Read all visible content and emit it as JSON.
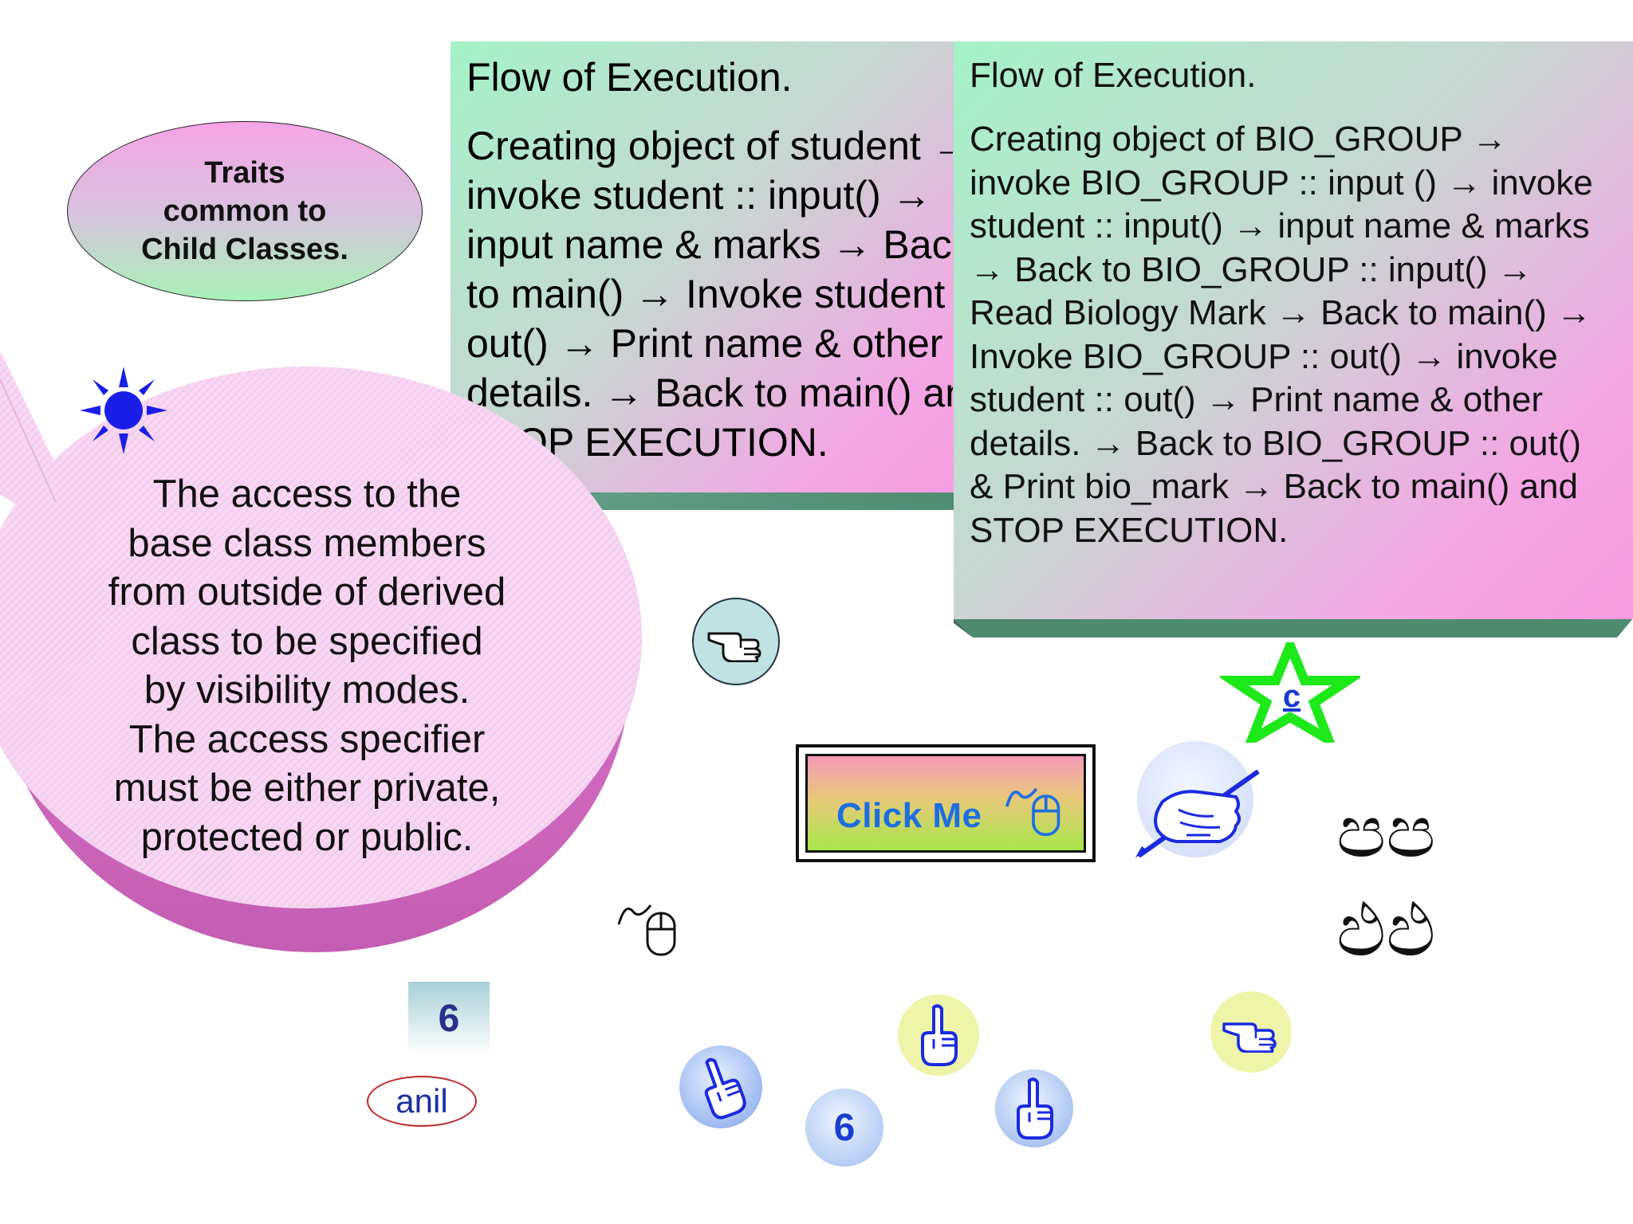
{
  "slide": {
    "traits_label": "Traits common to Child Classes.",
    "traits_lines": [
      "Traits",
      "common to",
      "Child Classes."
    ],
    "bubble_lines": [
      "The access to the",
      "base class members",
      "from outside of derived",
      "class to be specified",
      "by visibility modes.",
      "The access specifier",
      "must be either private,",
      "protected or public."
    ],
    "panel_left": {
      "title": "Flow of Execution.",
      "lines": [
        "Creating object of student →",
        "invoke student :: input() →",
        "input name & marks → Back",
        "to main() → Invoke student ::",
        "out() → Print name & other",
        "details. → Back to main() and",
        "STOP EXECUTION."
      ]
    },
    "panel_right": {
      "title": "Flow of Execution.",
      "lines": [
        "Creating object of BIO_GROUP →",
        "invoke BIO_GROUP :: input () → invoke",
        "student :: input() → input name & marks",
        "→ Back to BIO_GROUP :: input() →",
        "Read Biology Mark → Back to main() →",
        "Invoke BIO_GROUP :: out() → invoke",
        "student :: out() → Print name & other",
        "details. → Back to BIO_GROUP :: out()",
        "& Print bio_mark → Back to main() and",
        "STOP EXECUTION."
      ]
    },
    "click_me": "Click Me",
    "star_letter": "c",
    "number_box": "6",
    "number_circle": "6",
    "name_tag": "anil",
    "ornament_top": "පප",
    "ornament_bottom": "ඵඵ",
    "icons": [
      "sun-icon",
      "pointing-hand-icon",
      "mouse-icon",
      "writing-hand-icon",
      "raised-finger-icon",
      "star-icon"
    ],
    "colors": {
      "panel_green": "#a4f2c8",
      "panel_pink": "#f79be0",
      "bubble_pink": "#f7c6ee",
      "hand_blue": "#1a36d8",
      "click_text": "#1d6fe0",
      "star_green": "#1de81a"
    }
  }
}
